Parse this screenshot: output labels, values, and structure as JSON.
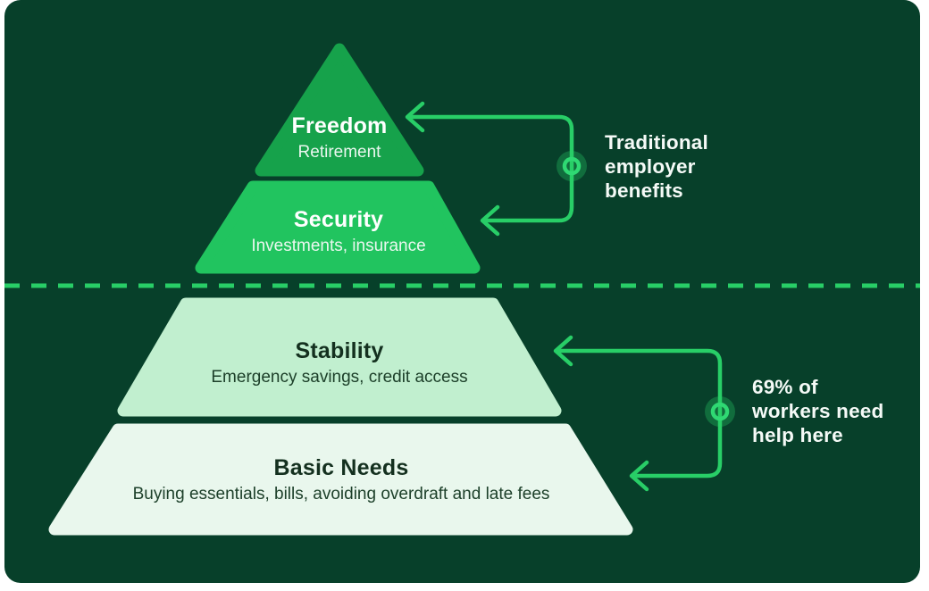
{
  "page": {
    "background": "#FFFFFF"
  },
  "panel": {
    "background": "#07402A",
    "corner_radius": 18
  },
  "divider": {
    "style": "dashed",
    "color": "#28CE67"
  },
  "connector": {
    "line_color": "#28CE67",
    "node_disc_color": "rgba(40,206,103,0.32)",
    "node_ring_color": "#2FD973"
  },
  "pyramid": {
    "levels": [
      {
        "title": "Freedom",
        "subtitle": "Retirement",
        "fill": "#16A24B",
        "title_color": "#FFFFFF",
        "subtitle_color": "#EAF7EF"
      },
      {
        "title": "Security",
        "subtitle": "Investments, insurance",
        "fill": "#21C45F",
        "title_color": "#FFFFFF",
        "subtitle_color": "#EAF7EF"
      },
      {
        "title": "Stability",
        "subtitle": "Emergency savings, credit access",
        "fill": "#C1EFCF",
        "title_color": "#14301F",
        "subtitle_color": "#1D402A"
      },
      {
        "title": "Basic Needs",
        "subtitle": "Buying essentials, bills, avoiding overdraft and late fees",
        "fill": "#E9F7ED",
        "title_color": "#14301F",
        "subtitle_color": "#1D402A"
      }
    ]
  },
  "annotations": {
    "top": {
      "text": "Traditional\nemployer\nbenefits",
      "color": "#F5FAF7"
    },
    "bottom": {
      "text": "69% of\nworkers need\nhelp here",
      "color": "#F5FAF7"
    }
  }
}
